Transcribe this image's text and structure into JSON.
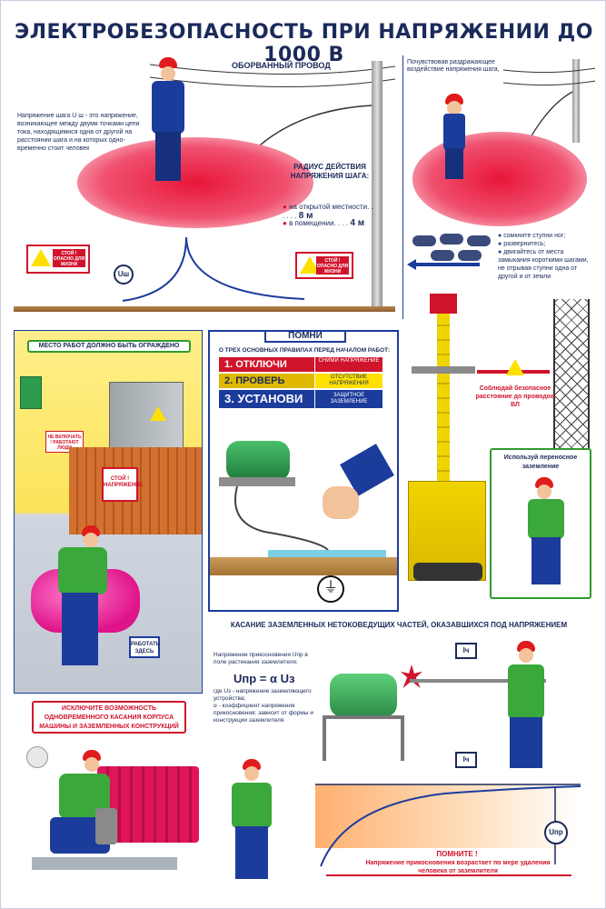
{
  "title": "ЭЛЕКТРОБЕЗОПАСНОСТЬ ПРИ НАПРЯЖЕНИИ ДО 1000 В",
  "step_voltage": {
    "header": "ОБОРВАННЫЙ ПРОВОД",
    "definition": "Напряжение шага U ш - это напряжение, возникающее между двумя точками цепи тока, находящимися одна от другой на расстоянии шага и на которых одно-временно стоит человек",
    "radius_title": "РАДИУС ДЕЙСТВИЯ НАПРЯЖЕНИЯ ШАГА:",
    "radius_open_label": "на открытой местности. . . . . .",
    "radius_open_value": "8 м",
    "radius_indoor_label": "в помещении. . . .",
    "radius_indoor_value": "4 м",
    "sign_text": "СТОЙ ! ОПАСНО ДЛЯ ЖИЗНИ",
    "u_label": "Uш"
  },
  "step_feel": {
    "header": "Почувствовав раздражающее воздействие напряжения шага,",
    "tips": [
      "сомкните ступни ног;",
      "развернитесь;",
      "двигайтесь от места замыкания короткими шагами, не отрывая ступни одна от другой и от земли"
    ]
  },
  "fence": {
    "label": "МЕСТО РАБОТ ДОЛЖНО БЫТЬ ОГРАЖДЕНО",
    "sign_no_switch": "НЕ ВКЛЮЧАТЬ ! РАБОТАЮТ ЛЮДИ",
    "sign_stop": "СТОЙ ! НАПРЯЖЕНИЕ",
    "sign_work": "РАБОТАТЬ ЗДЕСЬ"
  },
  "remember": {
    "header": "ПОМНИ",
    "subtitle": "О ТРЕХ ОСНОВНЫХ ПРАВИЛАХ ПЕРЕД НАЧАЛОМ РАБОТ:",
    "rules": [
      {
        "label": "1. ОТКЛЮЧИ",
        "desc": "СНИМИ НАПРЯЖЕНИЕ",
        "color": "#d0142c",
        "desc_color": "#d0142c"
      },
      {
        "label": "2. ПРОВЕРЬ",
        "desc": "ОТСУТСТВИЕ НАПРЯЖЕНИЯ",
        "color": "#e0b800",
        "desc_color": "#e0b800"
      },
      {
        "label": "3. УСТАНОВИ",
        "desc": "ЗАЩИТНОЕ ЗАЗЕМЛЕНИЕ",
        "color": "#1c3c9c",
        "desc_color": "#1c3c9c"
      }
    ]
  },
  "crane": {
    "safe_distance": "Соблюдай безопасное расстояние до проводов ВЛ",
    "portable_ground": "Используй переносное заземление"
  },
  "exclude": {
    "text": "ИСКЛЮЧИТЕ ВОЗМОЖНОСТЬ ОДНОВРЕМЕННОГО КАСАНИЯ КОРПУСА МАШИНЫ И ЗАЗЕМЛЕННЫХ КОНСТРУКЦИЙ"
  },
  "touch": {
    "header": "КАСАНИЕ ЗАЗЕМЛЕННЫХ НЕТОКОВЕДУЩИХ ЧАСТЕЙ, ОКАЗАВШИХСЯ ПОД НАПРЯЖЕНИЕМ",
    "formula_intro": "Напряжение прикосновения Uпр в поле растекания заземлителя:",
    "formula": "Uпр = α Uз",
    "where": "где",
    "uz_def": "Uз - напряжение заземляющего устройства;",
    "alpha_def": "α - коэффициент напряжения прикосновения; зависит от формы и конструкции заземлителя",
    "ich": "Iч",
    "upr": "Uпр",
    "remember_title": "ПОМНИТЕ !",
    "remember_text": "Напряжение прикосновения возрастает по мере удаления человека от заземлителя"
  }
}
